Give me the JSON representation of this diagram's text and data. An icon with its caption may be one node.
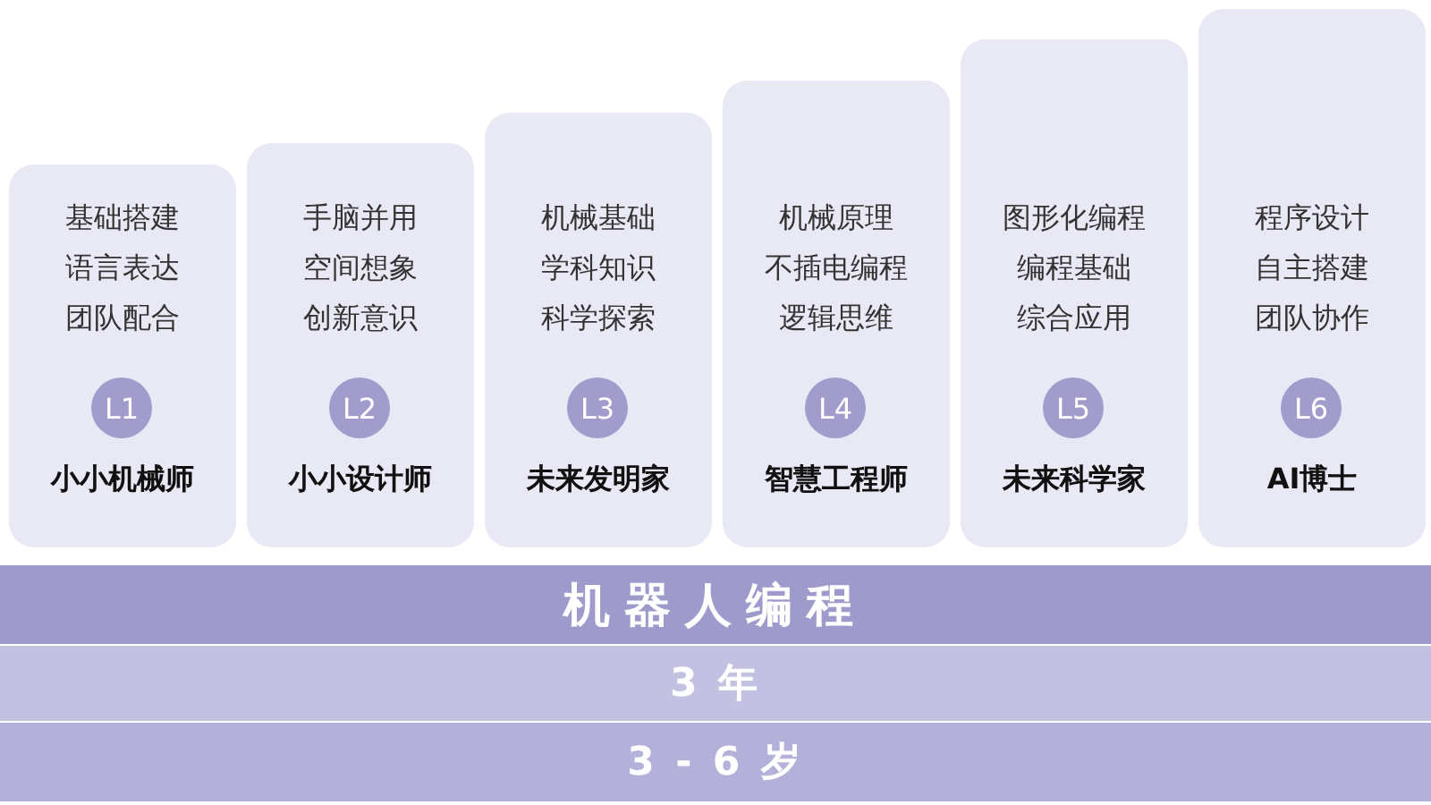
{
  "diagram": {
    "nodes": [
      {
        "text": [
          "基础搭建",
          "语言表达",
          "团队配合",
          "小小机械师"
        ]
      },
      {
        "text": [
          "L1"
        ],
        "in": 0
      },
      {
        "text": [
          "手脑并用",
          "空间想象",
          "创新意识",
          "小小设计师"
        ]
      },
      {
        "text": [
          "L2"
        ],
        "in": 2
      },
      {
        "text": [
          "机械基础",
          "学科知识",
          "科学探索",
          "未来发明家"
        ]
      },
      {
        "text": [
          "L3"
        ],
        "in": 4
      },
      {
        "text": [
          "机械原理",
          "不插电编程",
          "逻辑思维",
          "智慧工程师"
        ]
      },
      {
        "text": [
          "L4"
        ],
        "in": 6
      },
      {
        "text": [
          "图形化编程",
          "编程基础",
          "综合应用",
          "未来科学家"
        ]
      },
      {
        "text": [
          "L5"
        ],
        "in": 8
      },
      {
        "text": [
          "程序设计",
          "自主搭建",
          "团队协作",
          "AI博士"
        ]
      },
      {
        "text": [
          "L6"
        ],
        "in": 10
      },
      {
        "text": [
          "机器人编程"
        ]
      },
      {
        "text": [
          "3 年"
        ]
      },
      {
        "text": [
          "3 - 6 岁"
        ]
      }
    ],
    "edges": []
  }
}
